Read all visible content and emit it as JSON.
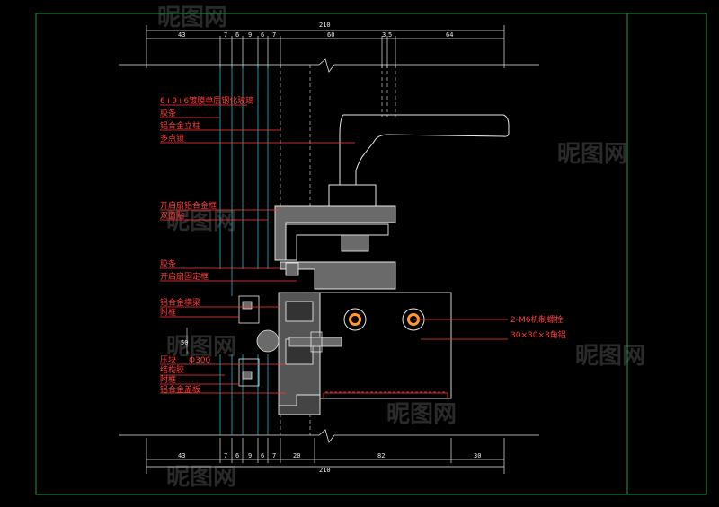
{
  "dimensions": {
    "top_total": "210",
    "top_segments": [
      "43",
      "7",
      "6",
      "9",
      "6",
      "7",
      "60",
      "3",
      "5",
      "64"
    ],
    "bottom_total": "210",
    "bottom_segments": [
      "43",
      "7",
      "6",
      "9",
      "6",
      "7",
      "20",
      "82",
      "30"
    ],
    "side": "50"
  },
  "labels": {
    "glass": "6+9+6镀膜单层钢化玻璃",
    "sealant": "胶条",
    "mullion": "铝合金立柱",
    "multipoint_lock": "多点锁",
    "sash_frame": "开启扇铝合金框",
    "double_tape": "双面贴",
    "rubber_strip": "胶条",
    "sash_fixed_frame": "开启扇固定框",
    "transom": "铝合金横梁",
    "aux_frame": "附框",
    "pressure_block": "压块",
    "rod": "Φ300",
    "structural_glue": "结构胶",
    "aux_frame2": "附框",
    "cover_plate": "铝合金盖板",
    "bolts": "2-M6机制螺栓",
    "angle": "30×30×3角铝"
  },
  "watermark": "昵图网",
  "colors": {
    "background": "#000000",
    "frame_line": "#1f9a4a",
    "outline": "#e6e6e6",
    "leader": "#ff3a3a",
    "cyan": "#29d3d8",
    "gray_fill": "#6a6a6a",
    "orange": "#ff9a2a",
    "blue": "#3f5bff"
  }
}
